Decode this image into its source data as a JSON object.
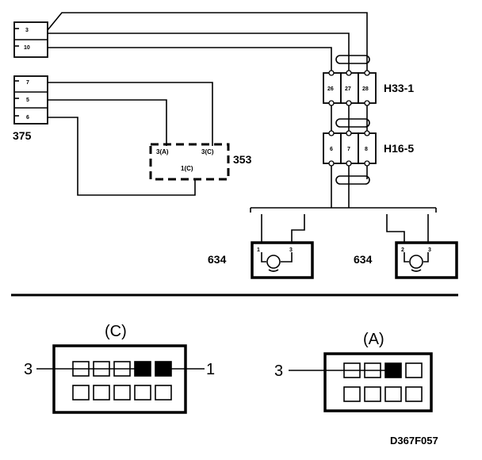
{
  "connector_375": {
    "label": "375",
    "pins": [
      "3",
      "10",
      "7",
      "5",
      "6"
    ]
  },
  "relay_353": {
    "label": "353",
    "pin_a": "3(A)",
    "pin_c": "3(C)",
    "pin_1c": "1(C)"
  },
  "junction_h33": {
    "label": "H33-1",
    "pins": [
      "26",
      "27",
      "28"
    ]
  },
  "junction_h16": {
    "label": "H16-5",
    "pins": [
      "6",
      "7",
      "8"
    ]
  },
  "sensor_left": {
    "label": "634",
    "pin_left": "1",
    "pin_right": "3"
  },
  "sensor_right": {
    "label": "634",
    "pin_left": "2",
    "pin_right": "3"
  },
  "connector_c": {
    "title": "(C)",
    "left_callout": "3",
    "right_callout": "1"
  },
  "connector_a": {
    "title": "(A)",
    "left_callout": "3"
  },
  "figure_id": "D367F057"
}
